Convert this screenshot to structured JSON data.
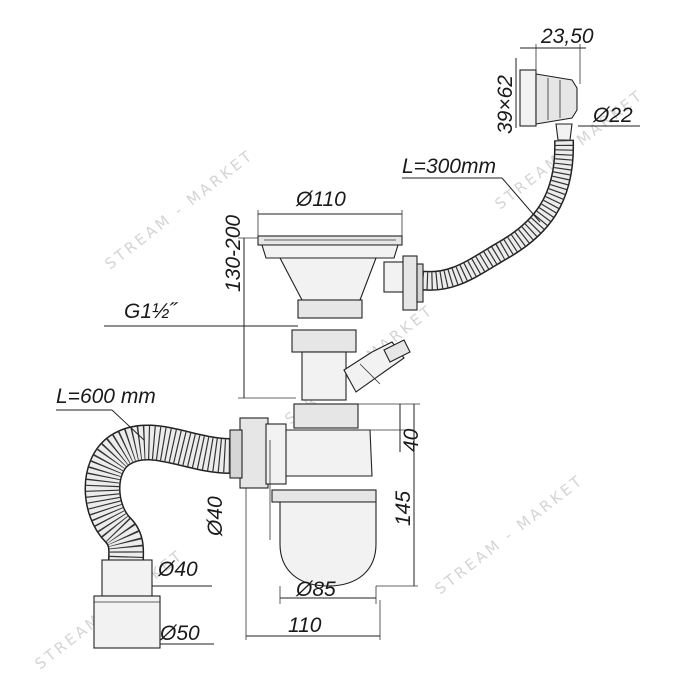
{
  "drawing": {
    "dims": {
      "width_top": "23,50",
      "size_outlet": "39×62",
      "dia_outlet": "Ø22",
      "hose_length": "L=300mm",
      "dia_strainer": "Ø110",
      "height_range": "130-200",
      "thread": "G1½˝",
      "corr_length": "L=600 mm",
      "height_nut": "40",
      "height_total": "145",
      "dia_pipe": "Ø40",
      "dia_bottle": "Ø85",
      "dia_end1": "Ø40",
      "dia_end2": "Ø50",
      "width_bottom": "110"
    },
    "watermark": "STREAM - MARKET"
  }
}
